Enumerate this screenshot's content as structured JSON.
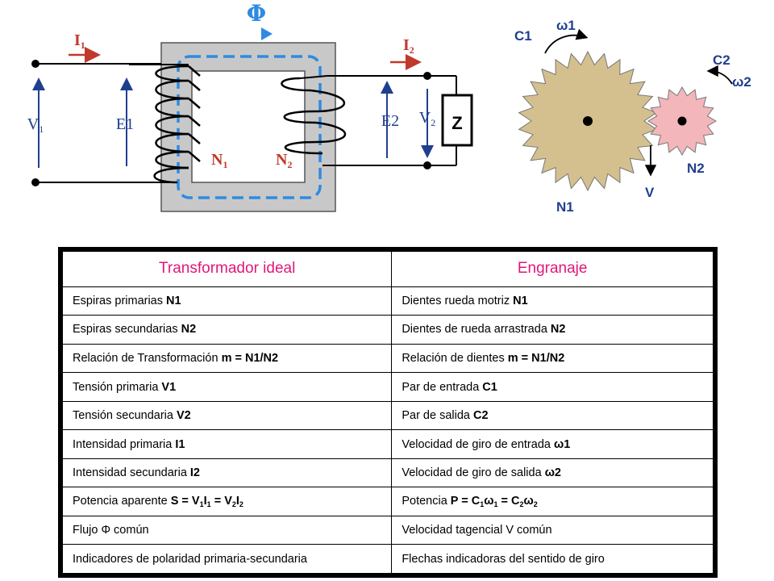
{
  "diagram": {
    "flux": "Φ",
    "i1": "I",
    "i1_sub": "1",
    "i2": "I",
    "i2_sub": "2",
    "v1": "V",
    "v1_sub": "1",
    "e1": "E1",
    "e2": "E2",
    "v2": "V",
    "v2_sub": "2",
    "z": "Z",
    "n1": "N",
    "n1_sub": "1",
    "n2": "N",
    "n2_sub": "2",
    "gear_c1": "C1",
    "gear_w1": "ω1",
    "gear_c2": "C2",
    "gear_w2": "ω2",
    "gear_n1": "N1",
    "gear_n2": "N2",
    "gear_v": "V",
    "colors": {
      "core": "#c8c8c8",
      "flux": "#2f8be0",
      "label_blue": "#1f3f8f",
      "label_red": "#c0392b",
      "big_gear": "#d4c08f",
      "small_gear": "#f2b6bb",
      "header_text": "#e0187a"
    }
  },
  "table": {
    "header": {
      "left": "Transformador ideal",
      "right": "Engranaje"
    },
    "rows": [
      {
        "left": "Espiras primarias ",
        "left_b": "N1",
        "right": "Dientes rueda motriz ",
        "right_b": "N1"
      },
      {
        "left": "Espiras secundarias ",
        "left_b": "N2",
        "right": "Dientes de rueda arrastrada ",
        "right_b": "N2"
      },
      {
        "left": "Relación de Transformación ",
        "left_b": "m = N1/N2",
        "right": "Relación de dientes ",
        "right_b": "m = N1/N2"
      },
      {
        "left": "Tensión primaria ",
        "left_b": "V1",
        "right": "Par de entrada ",
        "right_b": "C1"
      },
      {
        "left": "Tensión secundaria ",
        "left_b": "V2",
        "right": "Par de salida ",
        "right_b": "C2"
      },
      {
        "left": "Intensidad primaria ",
        "left_b": "I1",
        "right": "Velocidad de giro de entrada ",
        "right_b": "ω1"
      },
      {
        "left": "Intensidad secundaria ",
        "left_b": "I2",
        "right": "Velocidad de giro de salida ",
        "right_b": "ω2"
      }
    ],
    "power": {
      "left": "Potencia aparente ",
      "left_s": "S = V",
      "left_s1": "1",
      "left_i": "I",
      "left_i1": "1",
      "left_eq": " = V",
      "left_v2": "2",
      "left_i2": "I",
      "left_i2s": "2",
      "right": "Potencia  ",
      "right_p": "P = C",
      "right_c1": "1",
      "right_w": "ω",
      "right_w1": "1",
      "right_eq": " = C",
      "right_c2": "2",
      "right_w2": "ω",
      "right_w2s": "2"
    },
    "tail_rows": [
      {
        "left": "Flujo Φ común",
        "right": "Velocidad tagencial V común"
      },
      {
        "left": "Indicadores de polaridad primaria-secundaria",
        "right": "Flechas indicadoras del sentido de giro"
      }
    ]
  }
}
